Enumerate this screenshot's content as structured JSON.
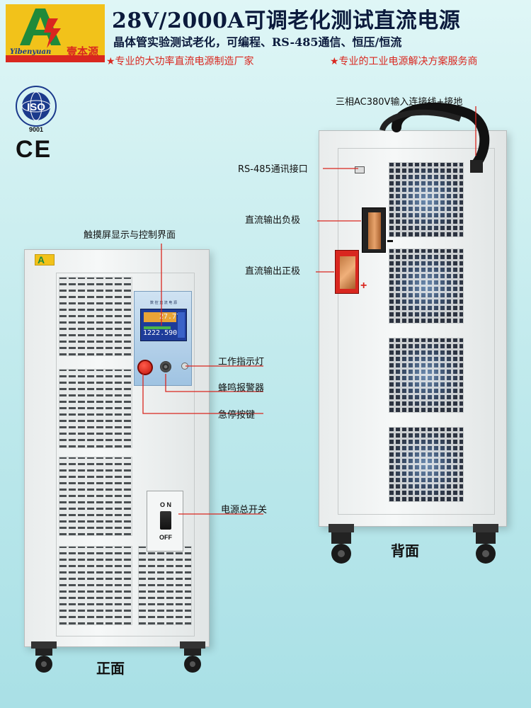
{
  "header": {
    "title": "28V/2000A可调老化测试直流电源",
    "subtitle": "晶体管实验测试老化，可编程、RS-485通信、恒压/恒流",
    "slogan_left": "★专业的大功率直流电源制造厂家",
    "slogan_right": "★专业的工业电源解决方案服务商"
  },
  "logo": {
    "letter": "A",
    "text_en": "Yibenyuan",
    "text_cn": "壹本源"
  },
  "certifications": {
    "iso_text": "ISO",
    "iso_number": "9001",
    "ce_text": "CE"
  },
  "front_panel": {
    "screen_title": "数 控 直 流 电 源",
    "display_voltage": "27.770",
    "display_current": "1222.590",
    "switch_on": "O N",
    "switch_off": "OFF",
    "badge": "A"
  },
  "callouts": {
    "touchscreen": "触摸屏显示与控制界面",
    "indicator": "工作指示灯",
    "buzzer": "蜂鸣报警器",
    "estop": "急停按键",
    "main_switch": "电源总开关",
    "input_cable": "三相AC380V输入连接线+接地",
    "rs485": "RS-485通讯接口",
    "negative": "直流输出负极",
    "positive": "直流输出正极"
  },
  "captions": {
    "front": "正面",
    "back": "背面"
  },
  "colors": {
    "accent_red": "#d9271f",
    "title_navy": "#0b1a3c",
    "logo_yellow": "#f2c21a",
    "logo_green": "#1f8a3a"
  }
}
